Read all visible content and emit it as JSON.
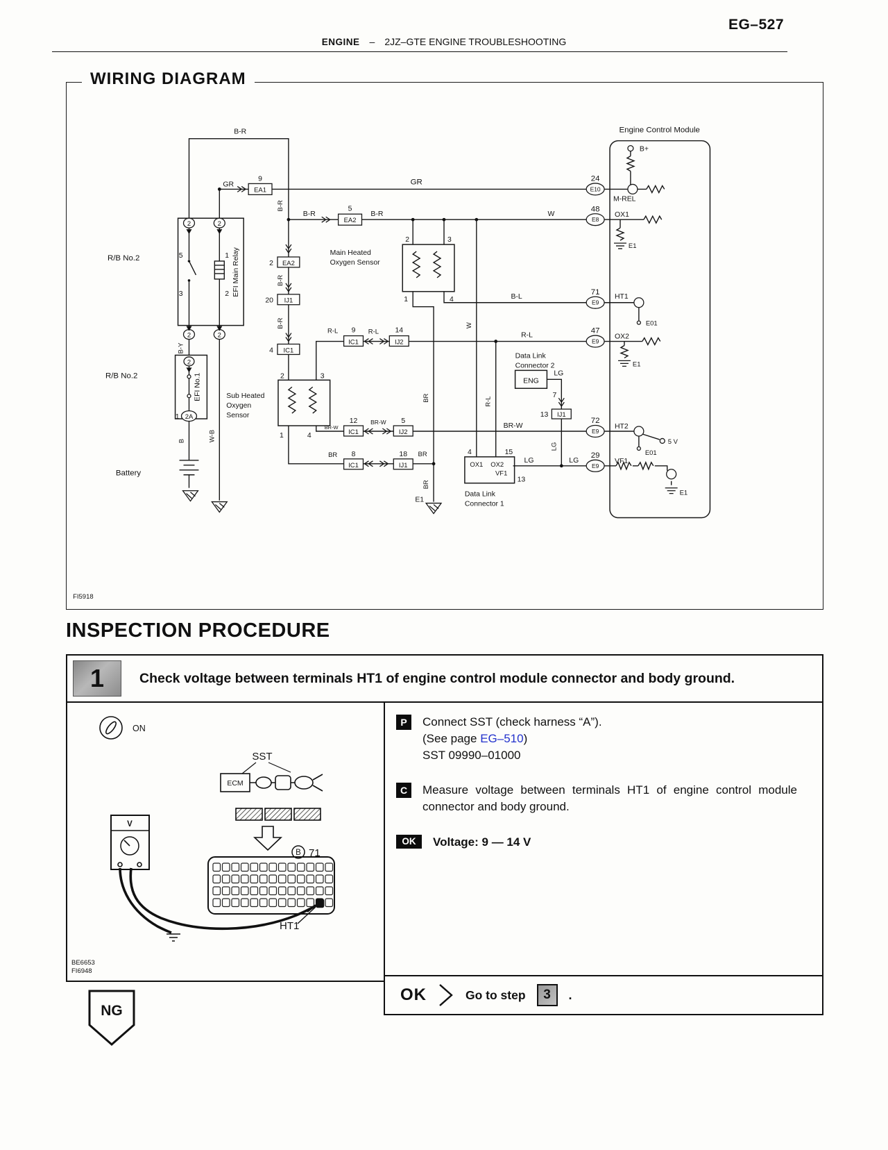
{
  "page": {
    "number": "EG–527",
    "header_bold": "ENGINE",
    "header_sep": "–",
    "header_rest": "2JZ–GTE ENGINE TROUBLESHOOTING"
  },
  "wiring": {
    "title": "WIRING DIAGRAM"
  },
  "w": {
    "ecm_title": "Engine Control Module",
    "bplus": "B+",
    "mrel_pin": "24",
    "mrel_conn": "E10",
    "mrel_name": "M-REL",
    "ox1_pin": "48",
    "ox1_conn": "E8",
    "ox1_name": "OX1",
    "ox1_gnd": "E1",
    "ht1_pin": "71",
    "ht1_conn": "E9",
    "ht1_name": "HT1",
    "ht1_e01": "E01",
    "ox2_pin": "47",
    "ox2_conn": "E9",
    "ox2_name": "OX2",
    "ox2_gnd": "E1",
    "ht2_pin": "72",
    "ht2_conn": "E9",
    "ht2_name": "HT2",
    "ht2_5v": "5 V",
    "ht2_e01": "E01",
    "vf1_pin": "29",
    "vf1_conn": "E9",
    "vf1_name": "VF1",
    "vf1_gnd": "E1",
    "br_top": "B-R",
    "gr1": "GR",
    "ea1_pin": "9",
    "ea1": "EA1",
    "gr2": "GR",
    "br_1": "B-R",
    "ea2a_pin": "5",
    "ea2a": "EA2",
    "br_2": "B-R",
    "w_1": "W",
    "br_v1": "B-R",
    "br_v2": "B-R",
    "br_v3": "B-R",
    "ea2b_pin": "2",
    "ea2b": "EA2",
    "ij1a_pin": "20",
    "ij1a": "IJ1",
    "ic1a_pin": "4",
    "ic1a": "IC1",
    "main_l1": "Main Heated",
    "main_l2": "Oxygen Sensor",
    "main_p2": "2",
    "main_p3": "3",
    "main_p1": "1",
    "main_p4": "4",
    "bl": "B-L",
    "rl1": "R-L",
    "ic1b_pin": "9",
    "ic1b": "IC1",
    "rl2": "R-L",
    "ij2a_pin": "14",
    "ij2a": "IJ2",
    "rl3": "R-L",
    "w_rot": "W",
    "rl_rot": "R-L",
    "br_rot1": "BR",
    "br_rot2": "BR",
    "lg_rot": "LG",
    "dlc2_l1": "Data Link",
    "dlc2_l2": "Connector 2",
    "eng": "ENG",
    "lg1": "LG",
    "pin7": "7",
    "ij1b_pin": "13",
    "ij1b": "IJ1",
    "sub_l1": "Sub Heated",
    "sub_l2": "Oxygen",
    "sub_l3": "Sensor",
    "sub_p2": "2",
    "sub_p3": "3",
    "sub_p1": "1",
    "sub_p4": "4",
    "brw1": "BR-W",
    "ic1c_pin": "12",
    "ic1c": "IC1",
    "brw2": "BR-W",
    "ij2b_pin": "5",
    "ij2b": "IJ2",
    "brw3": "BR-W",
    "br1": "BR",
    "ic1d_pin": "8",
    "ic1d": "IC1",
    "ij1c_pin": "18",
    "ij1c": "IJ1",
    "br2": "BR",
    "e1_mid": "E1",
    "dlc1_p4": "4",
    "dlc1_p15": "15",
    "dlc1_ox1": "OX1",
    "dlc1_ox2": "OX2",
    "dlc1_vf1": "VF1",
    "dlc1_p13": "13",
    "dlc1_l1": "Data Link",
    "dlc1_l2": "Connector 1",
    "lg2": "LG",
    "lg3": "LG",
    "rb2_upper": "R/B No.2",
    "relay_c1": "2",
    "relay_c2": "2",
    "relay_c3": "2",
    "relay_c4": "2",
    "relay_p5": "5",
    "relay_p1": "1",
    "relay_p3": "3",
    "relay_p2": "2",
    "efi_main_relay": "EFI Main Relay",
    "by": "B-Y",
    "rb2_lower": "R/B No.2",
    "fuse_c": "2",
    "efi_no1": "EFI No.1",
    "fuse_1": "1",
    "fuse_2a": "2A",
    "b_rot": "B",
    "wb_rot": "W-B",
    "battery": "Battery",
    "fig": "FI5918"
  },
  "inspection": {
    "title": "INSPECTION PROCEDURE",
    "step_number": "1",
    "step_heading": "Check voltage between terminals HT1 of engine control module connector and body ground.",
    "p_badge": "P",
    "p_line1": "Connect SST (check harness “A”).",
    "p_line2_pre": "(See page ",
    "p_line2_link": "EG–510",
    "p_line2_post": ")",
    "p_line3": "SST 09990–01000",
    "c_badge": "C",
    "c_text": "Measure voltage between terminals HT1 of engine control module connector and body ground.",
    "ok_badge": "OK",
    "ok_text": "Voltage:  9 — 14 V",
    "illus": {
      "on": "ON",
      "sst": "SST",
      "ecm": "ECM",
      "v": "V",
      "b": "B",
      "pin": "71",
      "ht1": "HT1",
      "code1": "BE6653",
      "code2": "FI6948"
    },
    "footer": {
      "ng": "NG",
      "ok": "OK",
      "goto": "Go to step",
      "step": "3",
      "period": "."
    }
  }
}
